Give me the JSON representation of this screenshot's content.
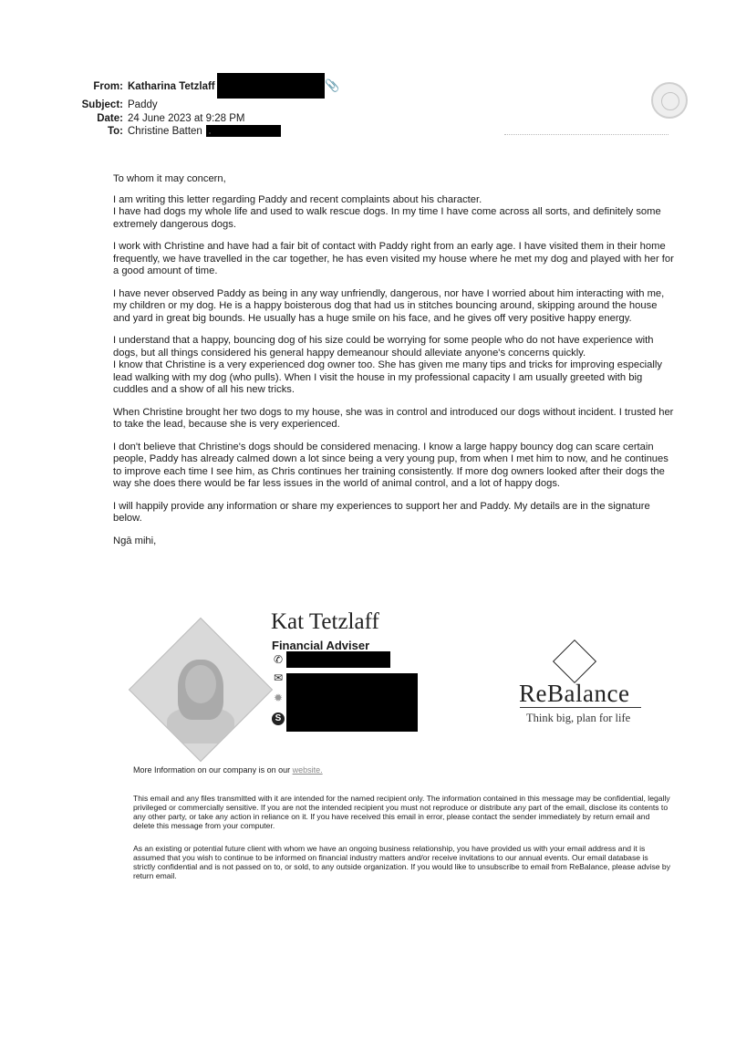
{
  "header": {
    "from_label": "From:",
    "from_value": "Katharina Tetzlaff",
    "subject_label": "Subject:",
    "subject_value": "Paddy",
    "date_label": "Date:",
    "date_value": "24 June 2023 at 9:28 PM",
    "to_label": "To:",
    "to_value": "Christine Batten",
    "attachment_icon": "paperclip-icon"
  },
  "letter": {
    "salutation": "To whom it may concern,",
    "p1": "I am writing this letter regarding Paddy and recent complaints about his character.",
    "p1b": "I have had dogs my whole life and used to walk rescue dogs. In my time I have come across all sorts, and definitely some extremely dangerous dogs.",
    "p2": "I work with Christine and have had a fair bit of contact with Paddy right from an early age. I have visited them in their home frequently, we have travelled in the car together, he has even visited my house where he met my dog and played with her for a good amount of time.",
    "p3": "I have never observed Paddy as being in any way unfriendly, dangerous, nor have I worried about him interacting with me, my children or my dog. He is a happy boisterous dog that had us in stitches bouncing around, skipping around the house and yard in great big bounds. He usually has a huge smile on his face, and he gives off very positive happy energy.",
    "p4": "I understand that a happy, bouncing dog of his size could be worrying for some people who do not have experience with dogs, but all things considered his general happy demeanour should alleviate anyone's concerns quickly.",
    "p4b": "I know that Christine is a very experienced dog owner too. She has given me many tips and tricks for improving especially lead walking with my dog (who pulls). When I visit the house in my professional capacity I am usually greeted with big cuddles and a show of all his new tricks.",
    "p5": "When Christine brought her two dogs to my house, she was in control and introduced our dogs without incident. I trusted her to take the lead, because she is very experienced.",
    "p6": "I don't believe that Christine's dogs should be considered menacing. I know a large happy bouncy dog can scare certain people, Paddy has already calmed down a lot since being a very young pup, from when I met him to now, and he continues to improve each time I see him, as Chris continues her training consistently. If more dog owners looked after their dogs the way she does there would be far less issues in the world of animal control, and a lot of happy dogs.",
    "p7": "I will happily provide any information or share my experiences to support her and Paddy. My details are in the signature below.",
    "signoff": "Ngā mihi,"
  },
  "signature": {
    "name": "Kat Tetzlaff",
    "title": "Financial Adviser",
    "icons": [
      "phone-icon",
      "email-icon",
      "web-icon",
      "skype-icon"
    ]
  },
  "logo": {
    "name": "ReBalance",
    "tagline": "Think big, plan for life"
  },
  "footer": {
    "more_info_text": "More Information on our company is on our",
    "website_link": "website.",
    "disclaimer1": "This email and any files transmitted with it are intended for the named recipient only. The information contained in this message may be confidential, legally privileged or commercially sensitive. If you are not the intended recipient you must not reproduce or distribute any part of the email, disclose its contents to any other party, or take any action in reliance on it. If you have received this email in error, please contact the sender immediately by return email and delete this message from your computer.",
    "disclaimer2": "As an existing or potential future client with whom we have an ongoing business relationship, you have provided us with your email address and it is assumed that you wish to continue to be informed on financial industry matters and/or receive invitations to our annual events. Our email database is strictly confidential and is not passed on to, or sold, to any outside organization. If you would like to unsubscribe to email from ReBalance, please advise by return email."
  }
}
